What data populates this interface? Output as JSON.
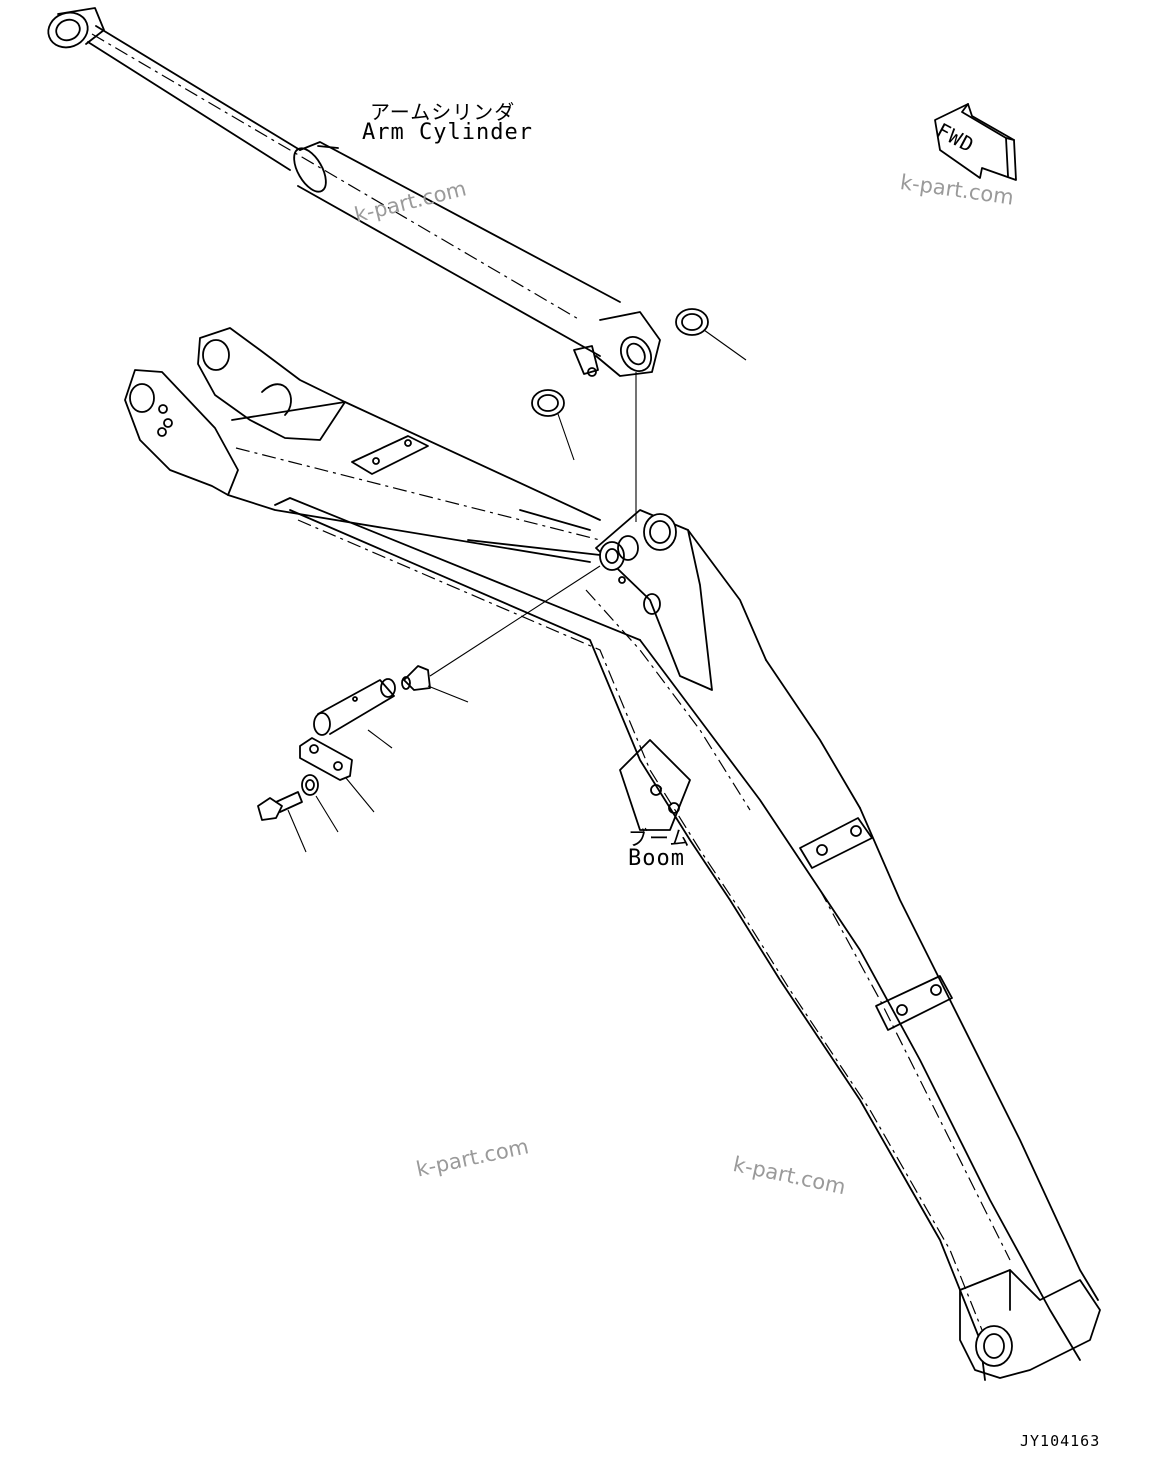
{
  "labels": {
    "arm_cylinder_jp": "アームシリンダ",
    "arm_cylinder_en": "Arm Cylinder",
    "boom_jp": "ブーム",
    "boom_en": "Boom",
    "fwd": "FWD"
  },
  "watermarks": [
    "k-part.com",
    "k-part.com",
    "k-part.com",
    "k-part.com"
  ],
  "drawing_code": "JY104163",
  "colors": {
    "line": "#000000",
    "watermark": "#9a9a9a",
    "background": "#ffffff"
  }
}
